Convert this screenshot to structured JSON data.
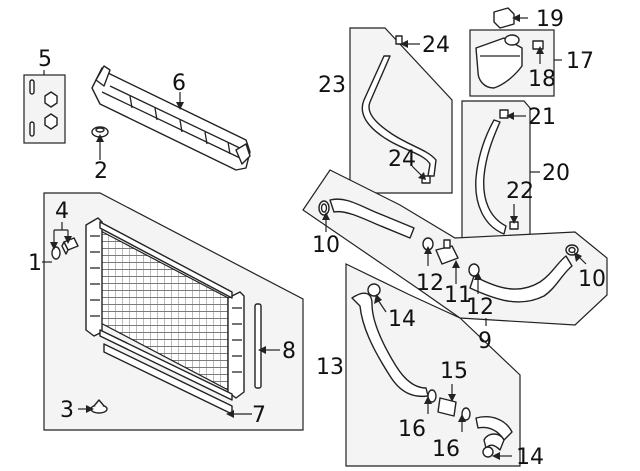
{
  "diagram": {
    "callouts": [
      {
        "id": "c1",
        "text": "1"
      },
      {
        "id": "c2",
        "text": "2"
      },
      {
        "id": "c3",
        "text": "3"
      },
      {
        "id": "c4",
        "text": "4"
      },
      {
        "id": "c5",
        "text": "5"
      },
      {
        "id": "c6",
        "text": "6"
      },
      {
        "id": "c7",
        "text": "7"
      },
      {
        "id": "c8",
        "text": "8"
      },
      {
        "id": "c9",
        "text": "9"
      },
      {
        "id": "c10a",
        "text": "10"
      },
      {
        "id": "c10b",
        "text": "10"
      },
      {
        "id": "c11",
        "text": "11"
      },
      {
        "id": "c12a",
        "text": "12"
      },
      {
        "id": "c12b",
        "text": "12"
      },
      {
        "id": "c13",
        "text": "13"
      },
      {
        "id": "c14a",
        "text": "14"
      },
      {
        "id": "c14b",
        "text": "14"
      },
      {
        "id": "c15",
        "text": "15"
      },
      {
        "id": "c16a",
        "text": "16"
      },
      {
        "id": "c16b",
        "text": "16"
      },
      {
        "id": "c17",
        "text": "17"
      },
      {
        "id": "c18",
        "text": "18"
      },
      {
        "id": "c19",
        "text": "19"
      },
      {
        "id": "c20",
        "text": "20"
      },
      {
        "id": "c21",
        "text": "21"
      },
      {
        "id": "c22",
        "text": "22"
      },
      {
        "id": "c23",
        "text": "23"
      },
      {
        "id": "c24a",
        "text": "24"
      },
      {
        "id": "c24b",
        "text": "24"
      }
    ]
  }
}
